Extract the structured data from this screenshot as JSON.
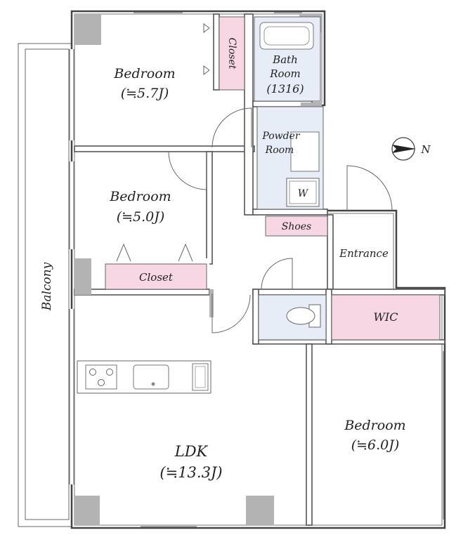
{
  "colors": {
    "closet_fill": "#f7d7e4",
    "wet_area_fill": "#e6edf7",
    "pillar_fill": "#b3b3b3",
    "wall_stroke": "#555555"
  },
  "rooms": {
    "bedroom_top": {
      "name": "Bedroom",
      "size": "(≒5.7J)"
    },
    "bedroom_mid": {
      "name": "Bedroom",
      "size": "(≒5.0J)"
    },
    "bedroom_right": {
      "name": "Bedroom",
      "size": "(≒6.0J)"
    },
    "ldk": {
      "name": "LDK",
      "size": "(≒13.3J)"
    },
    "bath": {
      "line1": "Bath",
      "line2": "Room",
      "line3": "(1316)"
    },
    "powder": {
      "line1": "Powder",
      "line2": "Room"
    },
    "washer": "W",
    "shoes": "Shoes",
    "entrance": "Entrance",
    "wic": "WIC",
    "closet_top": "Closet",
    "closet_mid": "Closet",
    "balcony": "Balcony"
  },
  "compass": {
    "label": "N",
    "icon": "north-arrow-icon"
  }
}
